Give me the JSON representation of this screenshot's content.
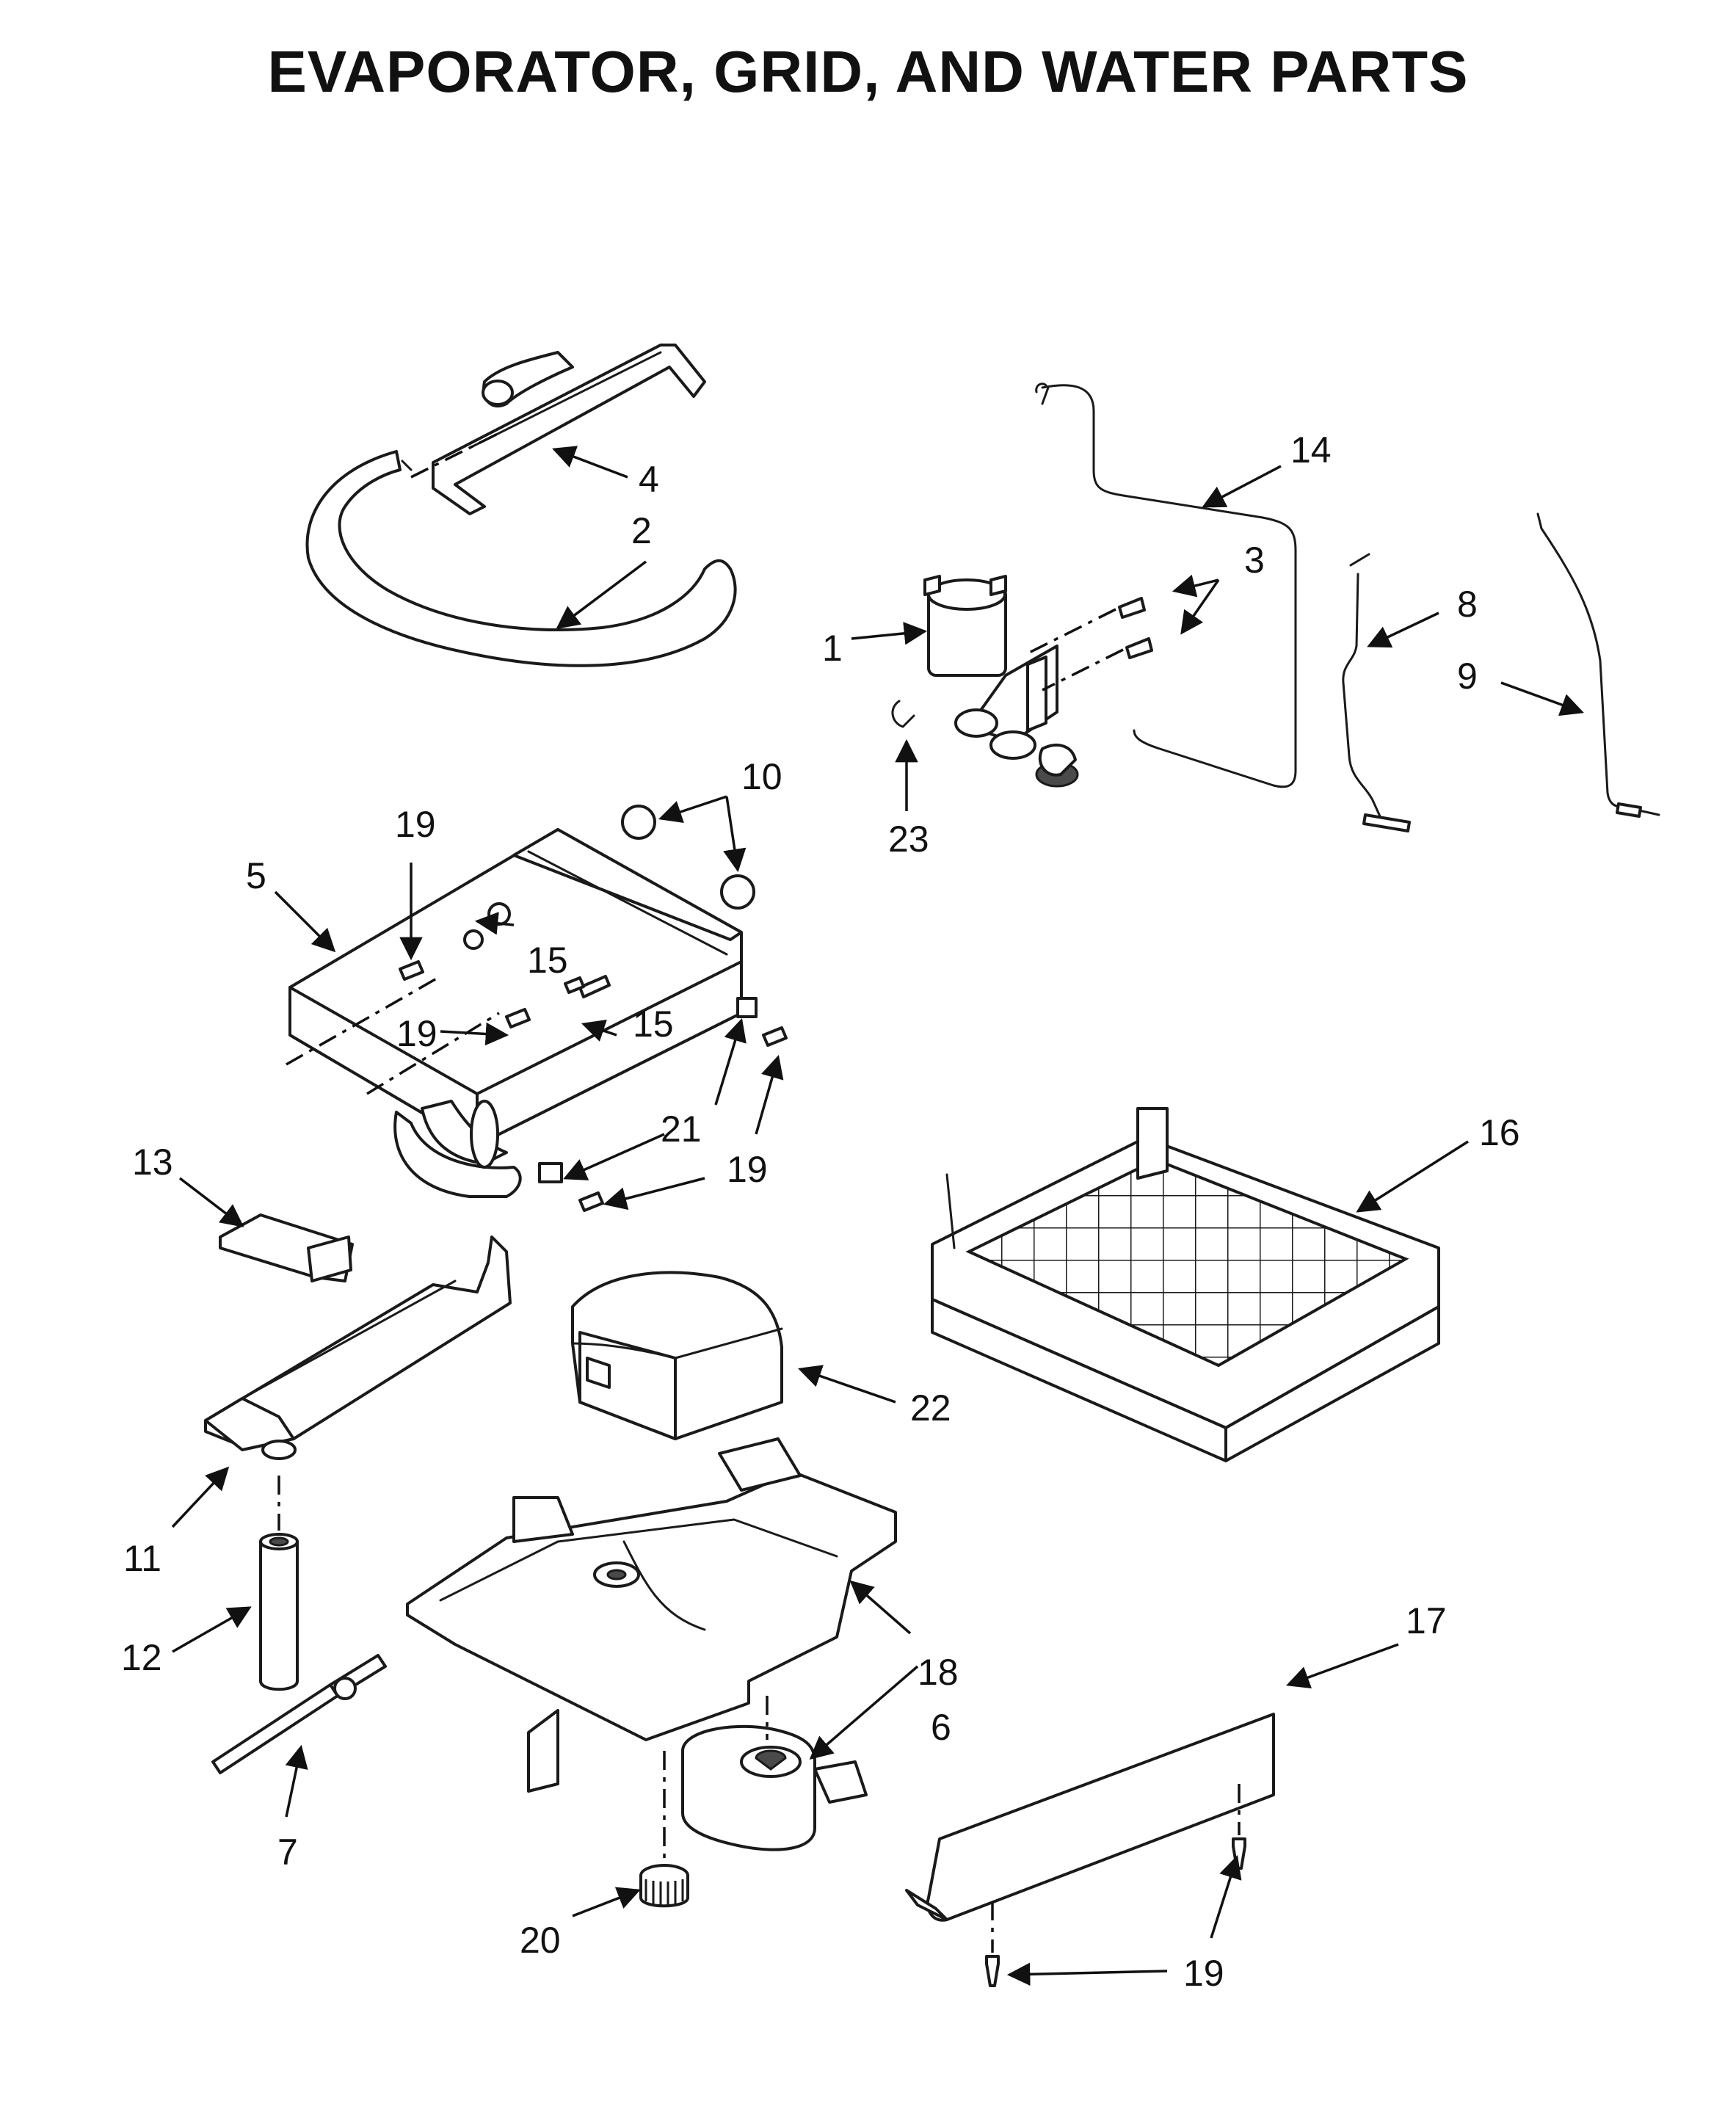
{
  "page": {
    "title": "EVAPORATOR, GRID, AND WATER PARTS"
  },
  "callouts": {
    "c1": "1",
    "c2": "2",
    "c3": "3",
    "c4": "4",
    "c5": "5",
    "c6": "6",
    "c7": "7",
    "c8": "8",
    "c9": "9",
    "c10": "10",
    "c11": "11",
    "c12": "12",
    "c13": "13",
    "c14": "14",
    "c15": "15",
    "c16": "16",
    "c17": "17",
    "c18": "18",
    "c19": "19",
    "c20": "20",
    "c21": "21",
    "c22": "22",
    "c23": "23"
  }
}
